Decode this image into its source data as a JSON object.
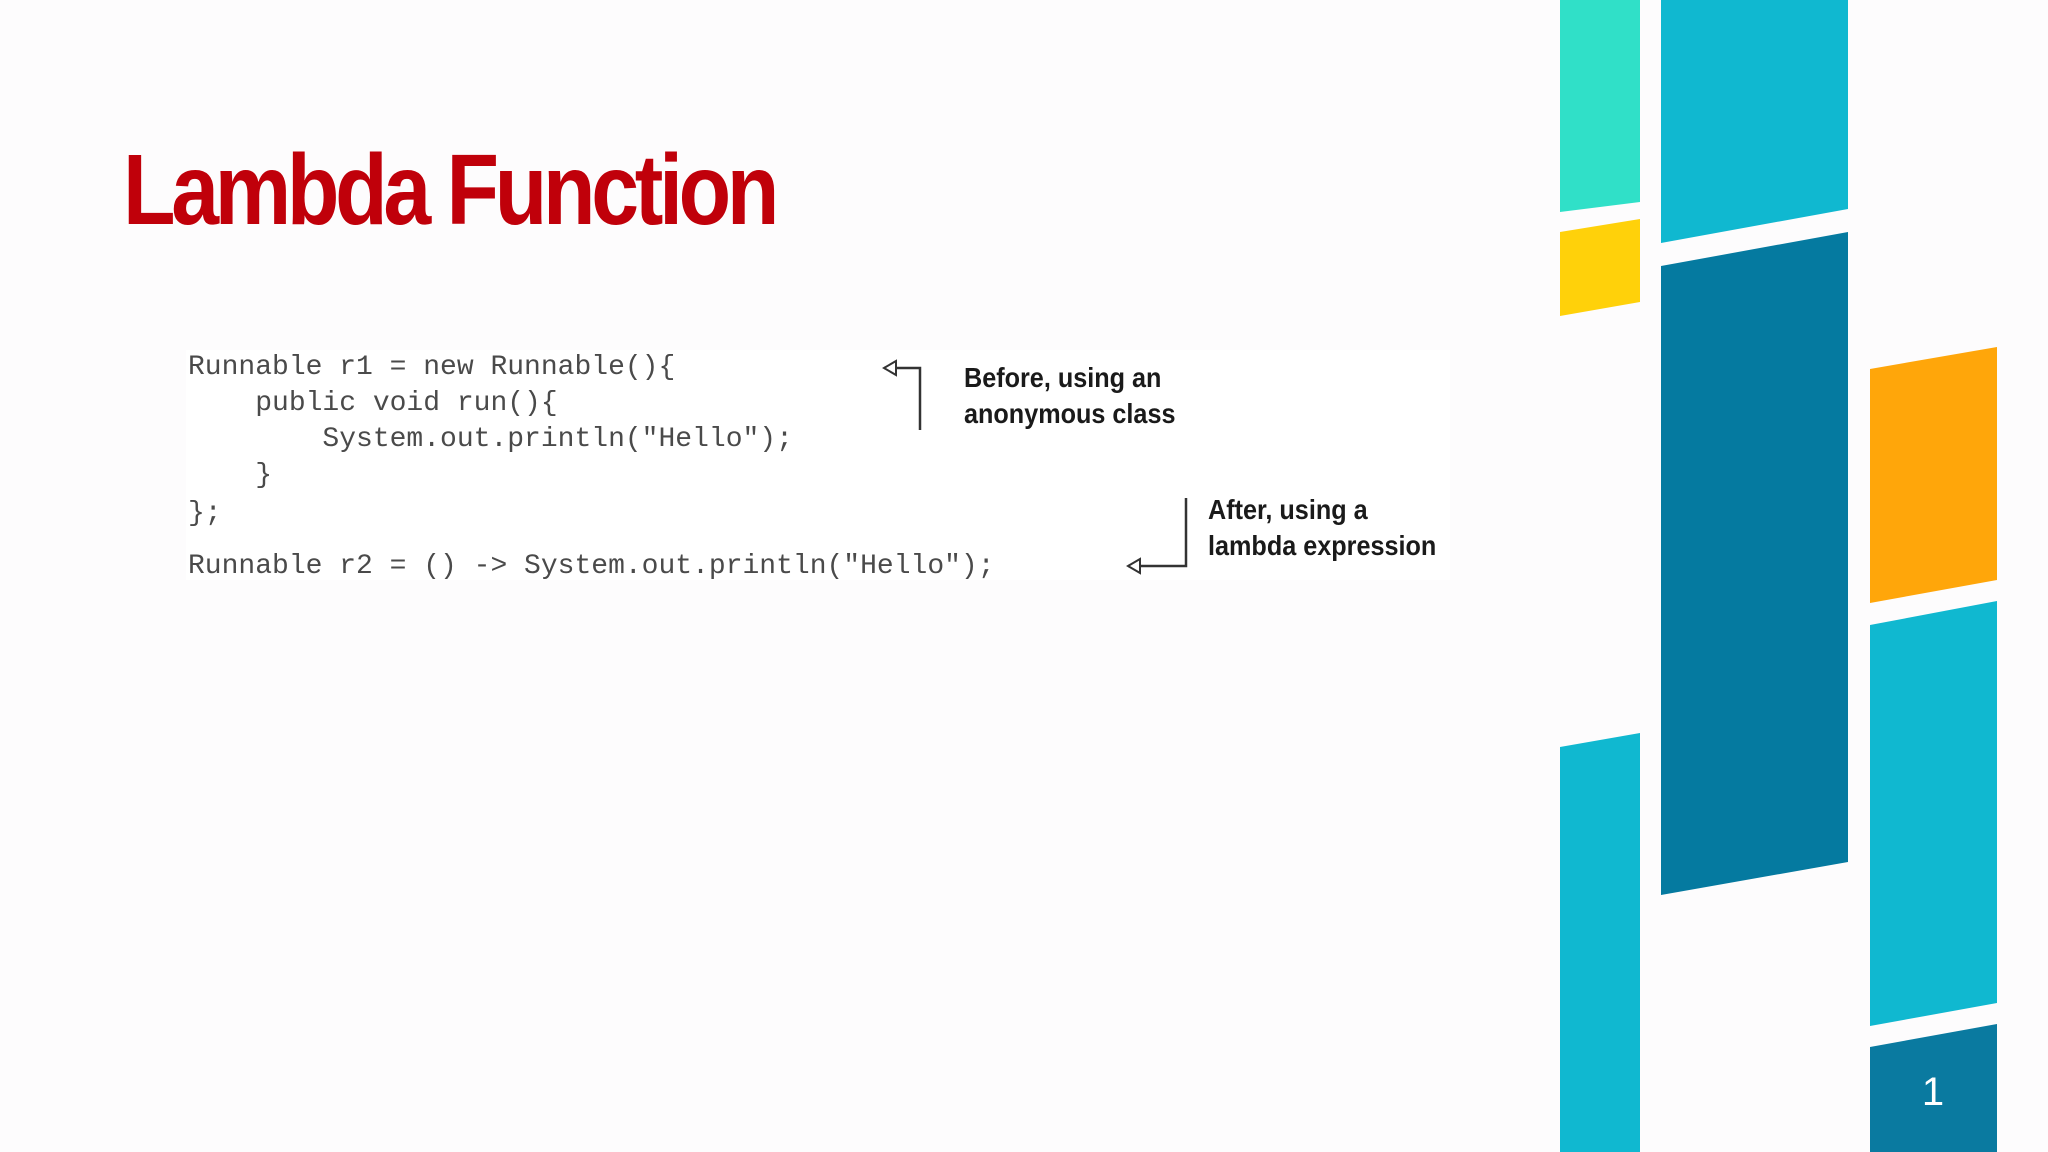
{
  "slide": {
    "title": "Lambda Function",
    "page_number": "1"
  },
  "figure": {
    "code_lines": [
      "Runnable r1 = new Runnable(){",
      "    public void run(){",
      "        System.out.println(\"Hello\");",
      "    }",
      "};",
      "Runnable r2 = () -> System.out.println(\"Hello\");"
    ],
    "annotations": {
      "before": [
        "Before, using an",
        "anonymous class"
      ],
      "after": [
        "After, using a",
        "lambda expression"
      ]
    }
  },
  "colors": {
    "title": "#c0000a",
    "mint": "#30e0c8",
    "yellow": "#ffd10a",
    "cyan": "#10b8d0",
    "dark_teal": "#057aa0",
    "orange": "#ffa60a",
    "page_tile": "#0a7aa0"
  }
}
